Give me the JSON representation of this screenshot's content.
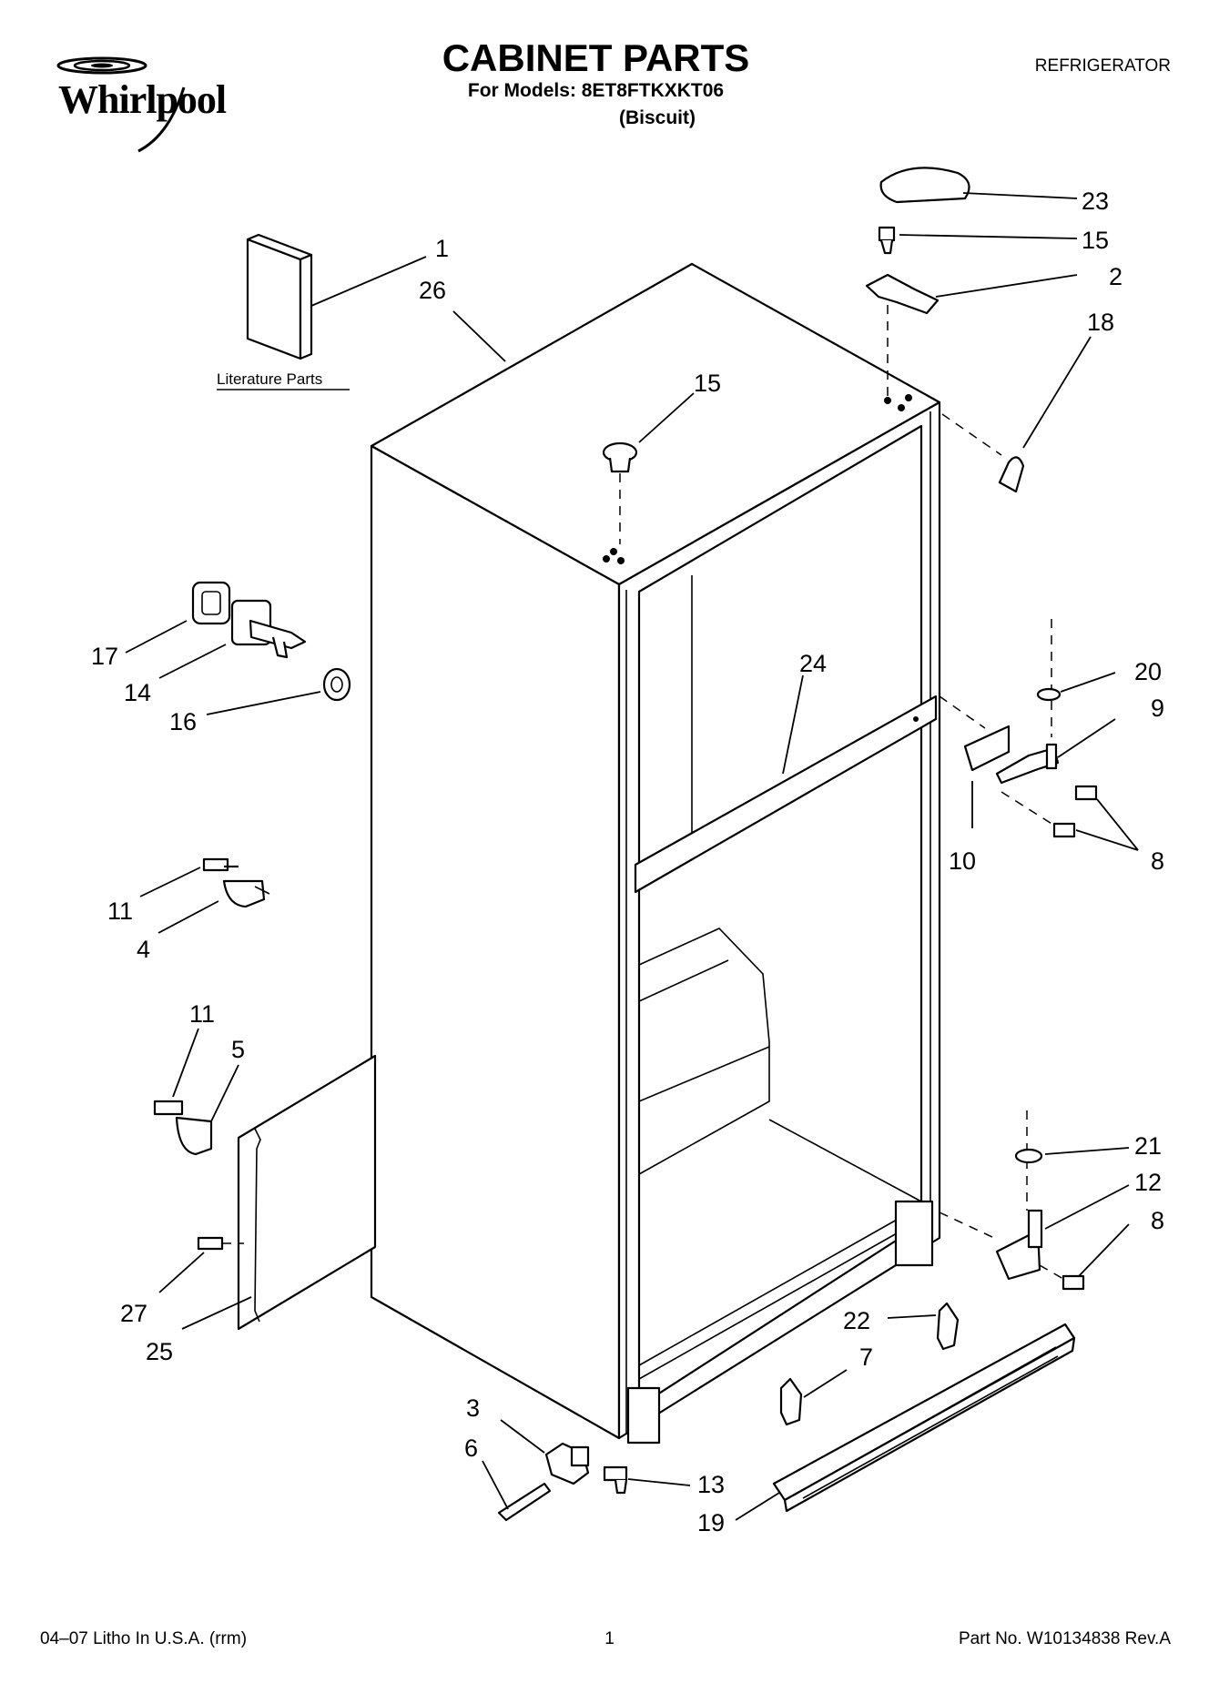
{
  "header": {
    "brand": "Whirlpool",
    "title": "CABINET PARTS",
    "models_line": "For Models: 8ET8FTKXKT06",
    "color_line": "(Biscuit)",
    "category": "REFRIGERATOR"
  },
  "diagram": {
    "literature_label": "Literature Parts",
    "callouts": [
      "1",
      "26",
      "15",
      "23",
      "15",
      "2",
      "18",
      "17",
      "14",
      "16",
      "24",
      "20",
      "9",
      "10",
      "8",
      "11",
      "4",
      "11",
      "5",
      "21",
      "12",
      "8",
      "27",
      "25",
      "22",
      "7",
      "3",
      "6",
      "13",
      "19"
    ]
  },
  "footer": {
    "print_info": "04–07 Litho In U.S.A. (rrm)",
    "page_number": "1",
    "part_number": "Part No. W10134838 Rev.A"
  }
}
